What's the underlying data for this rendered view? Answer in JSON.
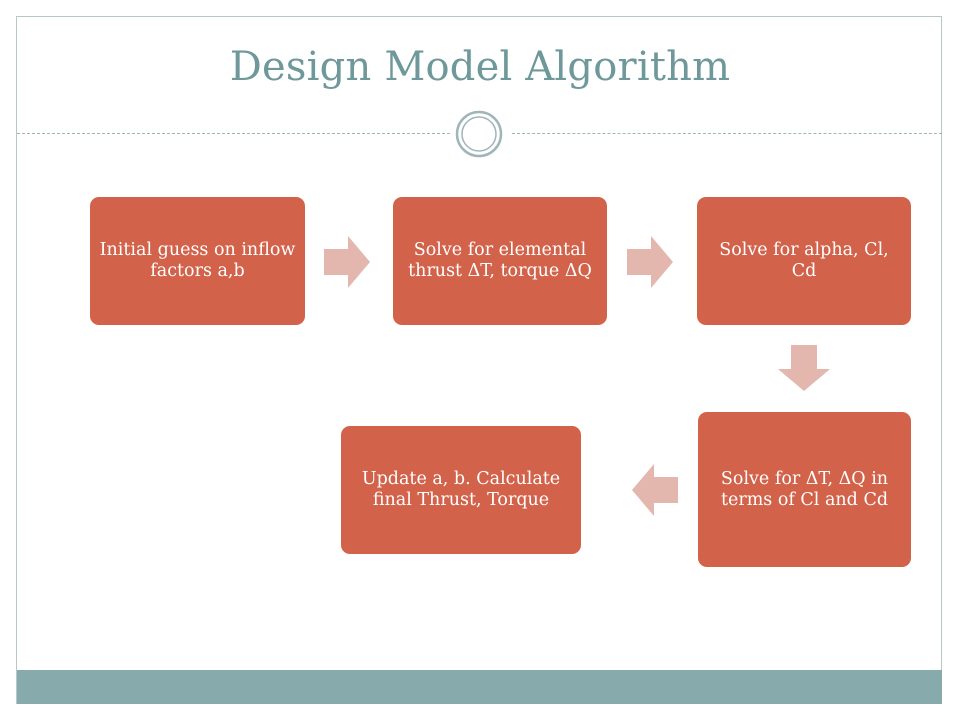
{
  "slide": {
    "title": "Design Model Algorithm"
  },
  "flowchart": {
    "steps": [
      {
        "id": "step-1",
        "label": "Initial guess on inflow factors a,b"
      },
      {
        "id": "step-2",
        "label": "Solve for elemental thrust ΔT, torque ΔQ"
      },
      {
        "id": "step-3",
        "label": "Solve for alpha, Cl, Cd"
      },
      {
        "id": "step-4",
        "label": "Solve for ΔT, ΔQ in terms of Cl and Cd"
      },
      {
        "id": "step-5",
        "label": "Update a, b. Calculate final Thrust, Torque"
      }
    ]
  },
  "colors": {
    "box_fill": "#d2624a",
    "arrow_fill": "#e3b6ae",
    "title": "#6e9899",
    "footer": "#87aaac"
  }
}
